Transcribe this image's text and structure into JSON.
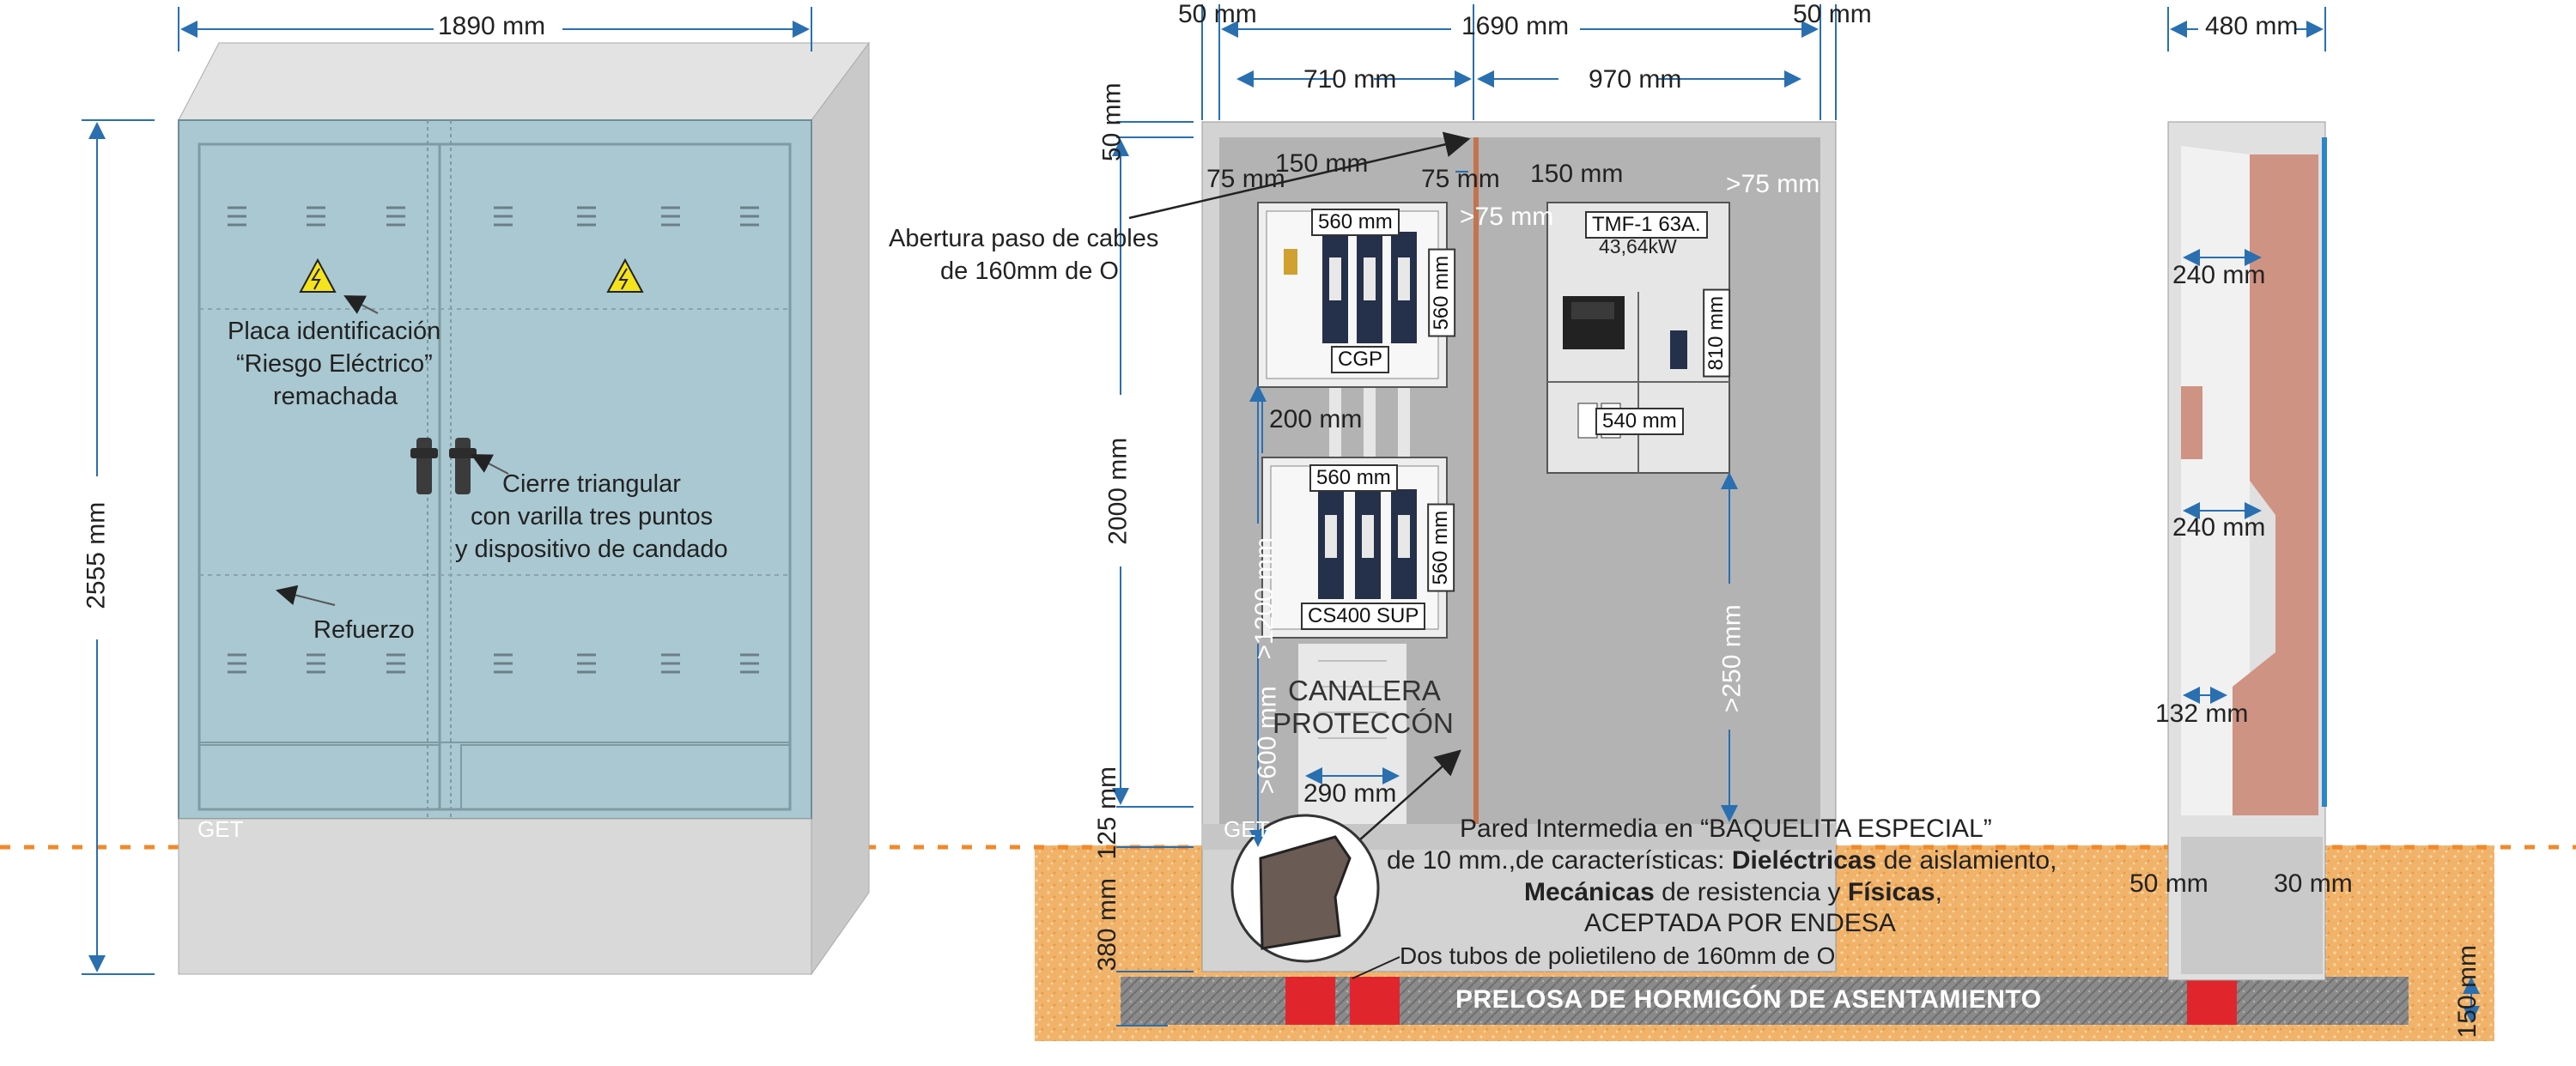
{
  "dimensions": {
    "front_width": "1890 mm",
    "front_height": "2555 mm",
    "left_margin": "50 mm",
    "right_margin": "50 mm",
    "inner_width": "1690 mm",
    "left_section": "710 mm",
    "right_section": "970 mm",
    "top_gap": "50 mm",
    "gap_75_left": "75 mm",
    "gap_150_a": "150 mm",
    "gap_75_mid": "75 mm",
    "gap_150_b": "150 mm",
    "gap_gt75_a": ">75 mm",
    "gap_gt75_b": ">75 mm",
    "cgp_width": "560 mm",
    "cgp_height": "560 mm",
    "gap_200": "200 mm",
    "cs_width": "560 mm",
    "cs_height": "560 mm",
    "height_2000": "2000 mm",
    "gt_1200": ">1200 mm",
    "gt_600": ">600 mm",
    "canal_width": "290 mm",
    "gap_125": "125 mm",
    "depth_380": "380 mm",
    "meter_height": "810 mm",
    "meter_width": "540 mm",
    "gt_250": ">250 mm",
    "side_depth": "480 mm",
    "side_240_a": "240 mm",
    "side_240_b": "240 mm",
    "side_132": "132 mm",
    "side_50": "50 mm",
    "side_30": "30 mm",
    "slab_150": "150 mm"
  },
  "labels": {
    "plate_line1": "Placa identificación",
    "plate_line2": "“Riesgo Eléctrico”",
    "plate_line3": "remachada",
    "lock_line1": "Cierre triangular",
    "lock_line2": "con varilla tres puntos",
    "lock_line3": "y dispositivo de candado",
    "reinforcement": "Refuerzo",
    "get_front": "GET",
    "get_inner": "GET",
    "cable_line1": "Abertura paso de cables",
    "cable_line2": "de 160mm de O",
    "cgp": "CGP",
    "cs400": "CS400 SUP",
    "tmf_line1": "TMF-1 63A.",
    "tmf_line2": "43,64kW",
    "canalera_line1": "CANALERA",
    "canalera_line2": "PROTECCÓN",
    "pared_line1": "Pared Intermedia en “BAQUELITA ESPECIAL”",
    "pared_line2a": "de 10 mm.,de características: ",
    "pared_line2b": "Dieléctricas",
    "pared_line2c": " de aislamiento,",
    "pared_line3a": "Mecánicas",
    "pared_line3b": " de resistencia y ",
    "pared_line3c": "Físicas",
    "pared_line3d": ",",
    "pared_line4": "ACEPTADA POR ENDESA",
    "tubes": "Dos tubos de polietileno de 160mm de O",
    "prelosa": "PRELOSA DE HORMIGÓN DE ASENTAMIENTO"
  },
  "icons": {
    "warning": "warning-electric-icon",
    "handle": "door-handle-icon"
  },
  "colors": {
    "door_blue": "#a9c8d1",
    "cabinet_grey": "#d7d7d7",
    "interior_grey": "#b3b3b3",
    "dim_blue": "#2a6fb0",
    "ground_orange": "#f0b46b",
    "ground_line": "#ef8a2a",
    "brick": "#cf9383",
    "tube_red": "#e0262c",
    "slab_grey": "#8e8e8e"
  }
}
